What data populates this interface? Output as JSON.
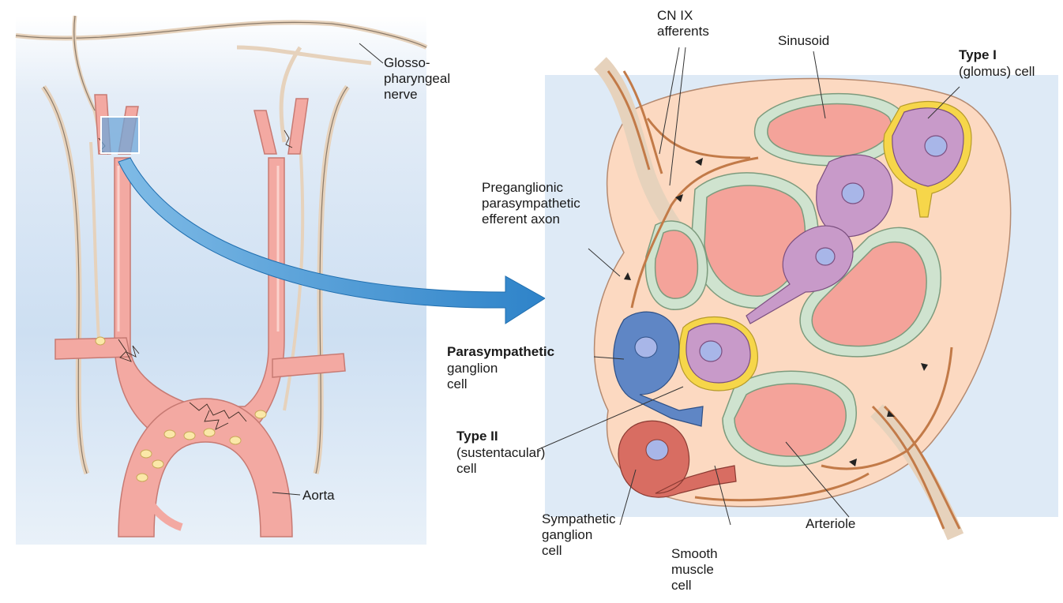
{
  "labels": {
    "glossopharyngeal": "Glosso-\npharyngeal\nnerve",
    "aorta": "Aorta",
    "cn_ix": "CN IX\nafferents",
    "sinusoid": "Sinusoid",
    "type1_a": "Type I",
    "type1_b": "(glomus) cell",
    "preganglionic": "Preganglionic\nparasympathetic\nefferent axon",
    "parasym_a": "Parasympathetic",
    "parasym_b": "ganglion\ncell",
    "type2_a": "Type II",
    "type2_b": "(sustentacular)\ncell",
    "sympathetic": "Sympathetic\nganglion\ncell",
    "smooth": "Smooth\nmuscle\ncell",
    "arteriole": "Arteriole"
  },
  "colors": {
    "panel_bg": "#d3e3f4",
    "artery": "#f3a9a2",
    "artery_edge": "#c77a73",
    "nerve": "#efdcc6",
    "nerve_edge": "#8a7a6a",
    "glomus_tissue": "#fcd9c1",
    "sinus": "#f4a39a",
    "endothelium": "#cfe3cf",
    "type1": "#c89ac9",
    "type2": "#f6d64a",
    "parasym_cell": "#5f86c5",
    "sym_cell": "#d86d62",
    "axon": "#e48a5c",
    "arrow": "#3b8fd1"
  }
}
